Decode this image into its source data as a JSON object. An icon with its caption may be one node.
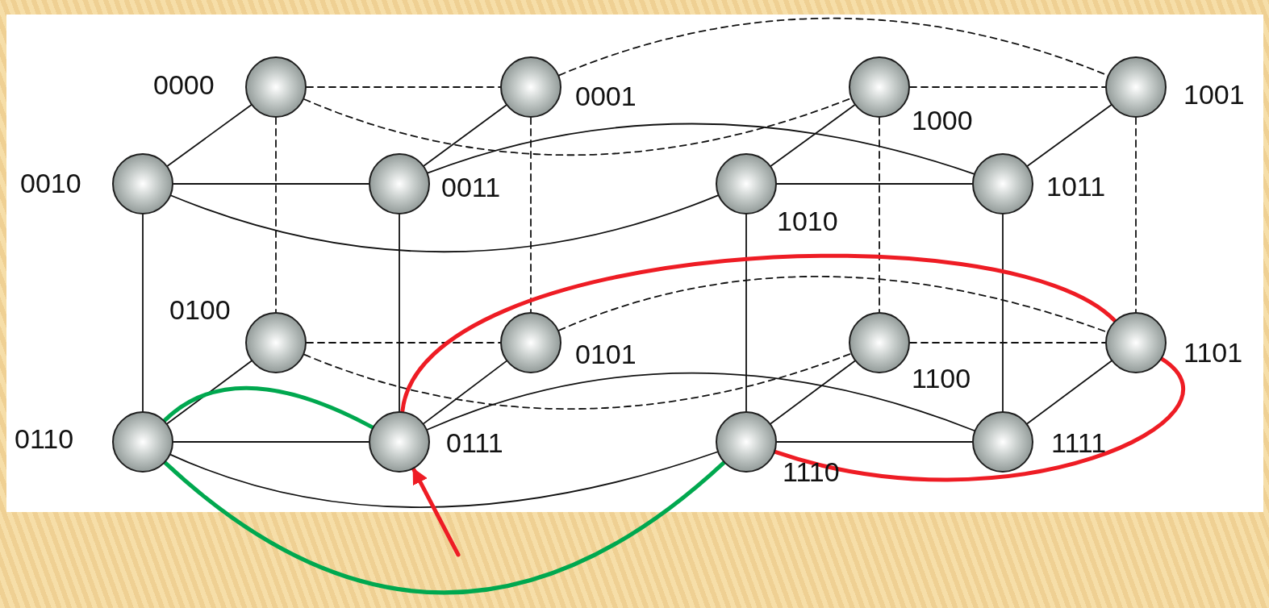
{
  "diagram": {
    "nodes": [
      {
        "text": [],
        "shape": "circle",
        "beside": [
          "0000"
        ]
      },
      {
        "text": [],
        "shape": "circle",
        "beside": [
          "0001"
        ]
      },
      {
        "text": [],
        "shape": "circle",
        "beside": [
          "1000"
        ]
      },
      {
        "text": [],
        "shape": "circle",
        "beside": [
          "1001"
        ]
      },
      {
        "text": [],
        "shape": "circle",
        "beside": [
          "0010"
        ]
      },
      {
        "text": [],
        "shape": "circle",
        "beside": [
          "0011"
        ]
      },
      {
        "text": [],
        "shape": "circle",
        "beside": [
          "1010"
        ]
      },
      {
        "text": [],
        "shape": "circle",
        "beside": [
          "1011"
        ]
      },
      {
        "text": [],
        "shape": "circle",
        "beside": [
          "0100"
        ]
      },
      {
        "text": [],
        "shape": "circle",
        "beside": [
          "0101"
        ]
      },
      {
        "text": [],
        "shape": "circle",
        "beside": [
          "1100"
        ]
      },
      {
        "text": [],
        "shape": "circle",
        "beside": [
          "1101"
        ]
      },
      {
        "text": [],
        "shape": "circle",
        "beside": [
          "0110"
        ]
      },
      {
        "text": [],
        "shape": "circle",
        "beside": [
          "0111"
        ]
      },
      {
        "text": [],
        "shape": "circle",
        "beside": [
          "1110"
        ]
      },
      {
        "text": [],
        "shape": "circle",
        "beside": [
          "1111"
        ]
      }
    ],
    "edges": [
      {
        "from": 0,
        "to": 4,
        "arrow": "none"
      },
      {
        "from": 1,
        "to": 5,
        "arrow": "none"
      },
      {
        "from": 4,
        "to": 5,
        "arrow": "none"
      },
      {
        "from": 4,
        "to": 12,
        "arrow": "none"
      },
      {
        "from": 5,
        "to": 13,
        "arrow": "none"
      },
      {
        "from": 12,
        "to": 13,
        "arrow": "none"
      },
      {
        "from": 8,
        "to": 12,
        "arrow": "none"
      },
      {
        "from": 9,
        "to": 13,
        "arrow": "none"
      },
      {
        "from": 0,
        "to": 1,
        "arrow": "none",
        "style": "dashed"
      },
      {
        "from": 0,
        "to": 8,
        "arrow": "none",
        "style": "dashed"
      },
      {
        "from": 1,
        "to": 9,
        "arrow": "none",
        "style": "dashed"
      },
      {
        "from": 8,
        "to": 9,
        "arrow": "none",
        "style": "dashed"
      },
      {
        "from": 2,
        "to": 6,
        "arrow": "none"
      },
      {
        "from": 3,
        "to": 7,
        "arrow": "none"
      },
      {
        "from": 6,
        "to": 7,
        "arrow": "none"
      },
      {
        "from": 6,
        "to": 14,
        "arrow": "none"
      },
      {
        "from": 7,
        "to": 15,
        "arrow": "none"
      },
      {
        "from": 14,
        "to": 15,
        "arrow": "none"
      },
      {
        "from": 10,
        "to": 14,
        "arrow": "none"
      },
      {
        "from": 11,
        "to": 15,
        "arrow": "none"
      },
      {
        "from": 2,
        "to": 3,
        "arrow": "none",
        "style": "dashed"
      },
      {
        "from": 2,
        "to": 10,
        "arrow": "none",
        "style": "dashed"
      },
      {
        "from": 3,
        "to": 11,
        "arrow": "none",
        "style": "dashed"
      },
      {
        "from": 10,
        "to": 11,
        "arrow": "none",
        "style": "dashed"
      },
      {
        "from": 0,
        "to": 2,
        "arrow": "none",
        "style": "dashed"
      },
      {
        "from": 1,
        "to": 3,
        "arrow": "none",
        "style": "dashed"
      },
      {
        "from": 4,
        "to": 6,
        "arrow": "none"
      },
      {
        "from": 5,
        "to": 7,
        "arrow": "none"
      },
      {
        "from": 8,
        "to": 10,
        "arrow": "none",
        "style": "dashed"
      },
      {
        "from": 9,
        "to": 11,
        "arrow": "none",
        "style": "dashed"
      },
      {
        "from": 12,
        "to": 14,
        "arrow": "none"
      },
      {
        "from": 13,
        "to": 15,
        "arrow": "none"
      },
      {
        "from": null,
        "to": 13,
        "arrow": "to",
        "style": "thick",
        "color": "#ee1c24"
      },
      {
        "from": 13,
        "to": 12,
        "arrow": "none",
        "style": "thick",
        "color": "#00a84f"
      },
      {
        "from": 12,
        "to": 14,
        "arrow": "none",
        "style": "thick",
        "color": "#00a84f"
      },
      {
        "from": 13,
        "to": 11,
        "arrow": "none",
        "style": "thick",
        "color": "#ee1c24"
      },
      {
        "from": 11,
        "to": 14,
        "arrow": "none",
        "style": "thick",
        "color": "#ee1c24"
      }
    ]
  }
}
